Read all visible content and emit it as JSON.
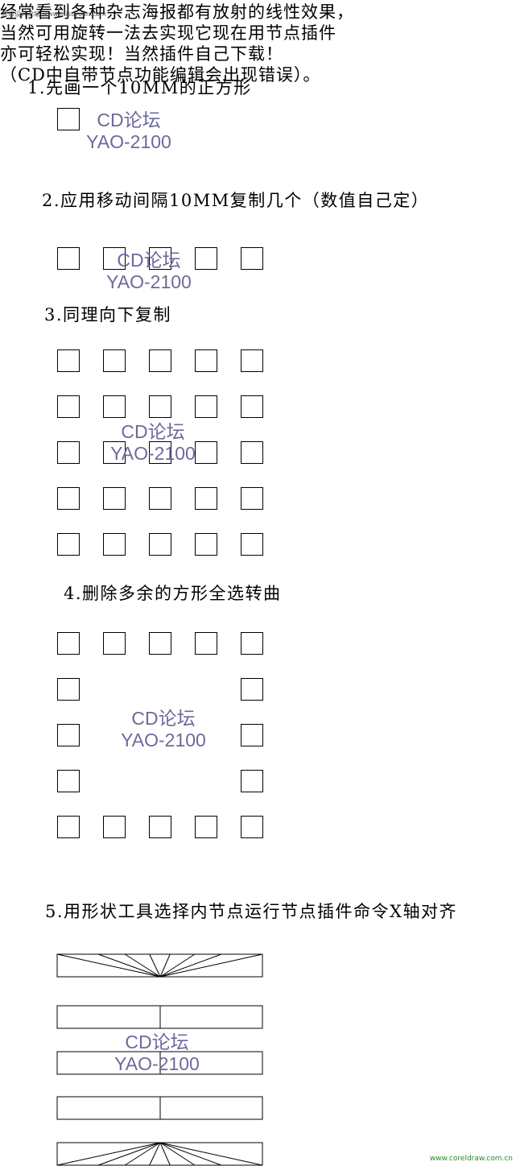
{
  "intro": {
    "lines": [
      "经常看到各种杂志海报都有放射的线性效果，",
      "当然可用旋转一法去实现它现在用节点插件",
      "亦可轻松实现！当然插件自己下载！",
      "（CD中自带节点功能编辑会出现错误）。"
    ],
    "watermark": "思缘设计论坛 www.missyuan.com"
  },
  "steps": [
    "1.先画一个10MM的正方形",
    "2.应用移动间隔10MM复制几个（数值自己定）",
    "3.同理向下复制",
    "4.删除多余的方形全选转曲",
    "5.用形状工具选择内节点运行节点插件命令X轴对齐"
  ],
  "brand": {
    "line1": "CD论坛",
    "line2": "YAO-2100",
    "color": "#6c6a9c"
  },
  "footer": {
    "link": "www.coreldraw.com.cn",
    "color": "#2a8a2a"
  },
  "bars": [
    {
      "fan": "top",
      "spokes": [
        0.2,
        0.33,
        0.45,
        0.55,
        0.67,
        0.8
      ]
    },
    {
      "fan": "none"
    },
    {
      "fan": "none"
    },
    {
      "fan": "none"
    },
    {
      "fan": "bottom",
      "spokes": [
        0.2,
        0.33,
        0.45,
        0.55,
        0.67,
        0.8
      ]
    }
  ]
}
